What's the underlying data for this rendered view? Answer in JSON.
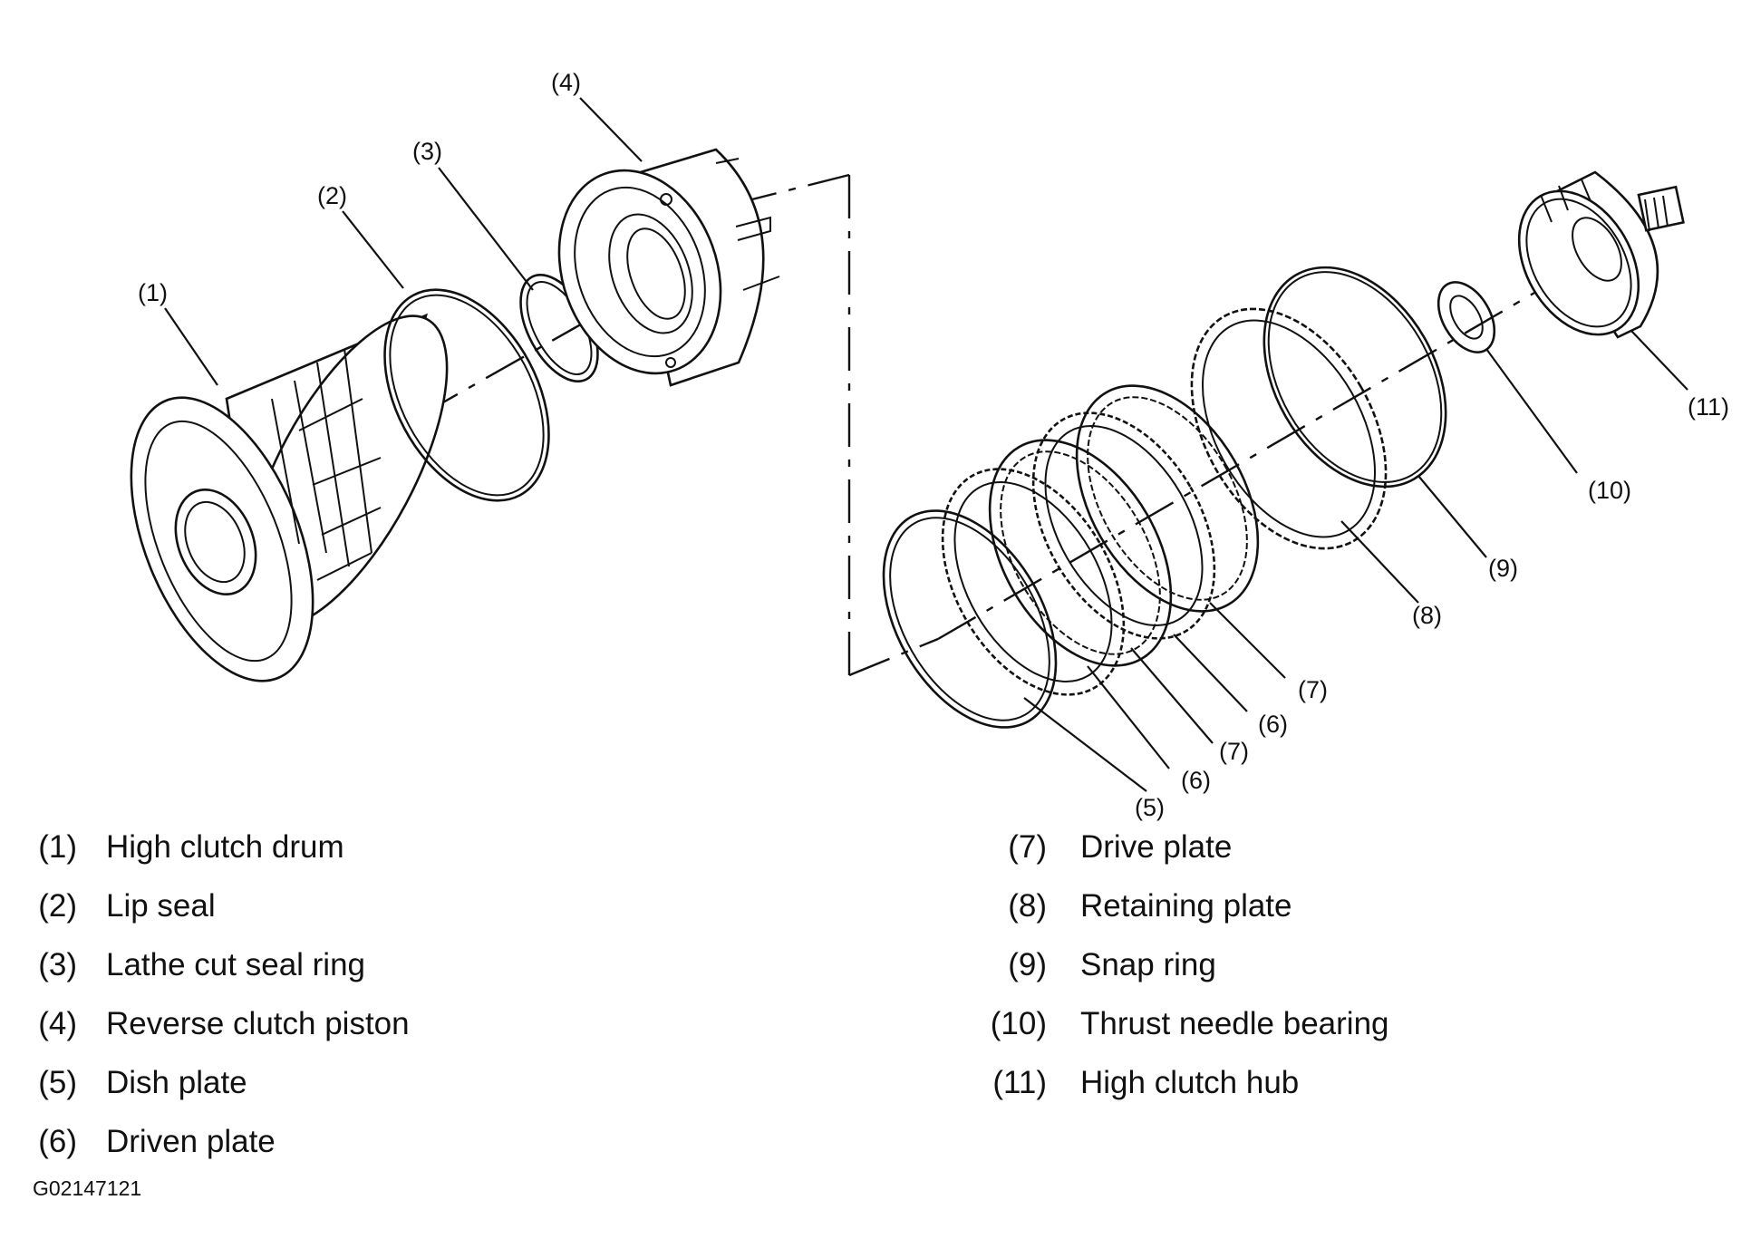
{
  "callouts": {
    "c1": "(1)",
    "c2": "(2)",
    "c3": "(3)",
    "c4": "(4)",
    "c5": "(5)",
    "c6a": "(6)",
    "c7a": "(7)",
    "c6b": "(6)",
    "c7b": "(7)",
    "c8": "(8)",
    "c9": "(9)",
    "c10": "(10)",
    "c11": "(11)"
  },
  "legend": {
    "left": [
      {
        "num": "(1)",
        "label": "High clutch drum"
      },
      {
        "num": "(2)",
        "label": "Lip seal"
      },
      {
        "num": "(3)",
        "label": "Lathe cut seal ring"
      },
      {
        "num": "(4)",
        "label": "Reverse clutch piston"
      },
      {
        "num": "(5)",
        "label": "Dish plate"
      },
      {
        "num": "(6)",
        "label": "Driven plate"
      }
    ],
    "right": [
      {
        "num": "(7)",
        "label": "Drive plate"
      },
      {
        "num": "(8)",
        "label": "Retaining plate"
      },
      {
        "num": "(9)",
        "label": "Snap ring"
      },
      {
        "num": "(10)",
        "label": "Thrust needle bearing"
      },
      {
        "num": "(11)",
        "label": "High clutch hub"
      }
    ]
  },
  "figure_code": "G02147121"
}
